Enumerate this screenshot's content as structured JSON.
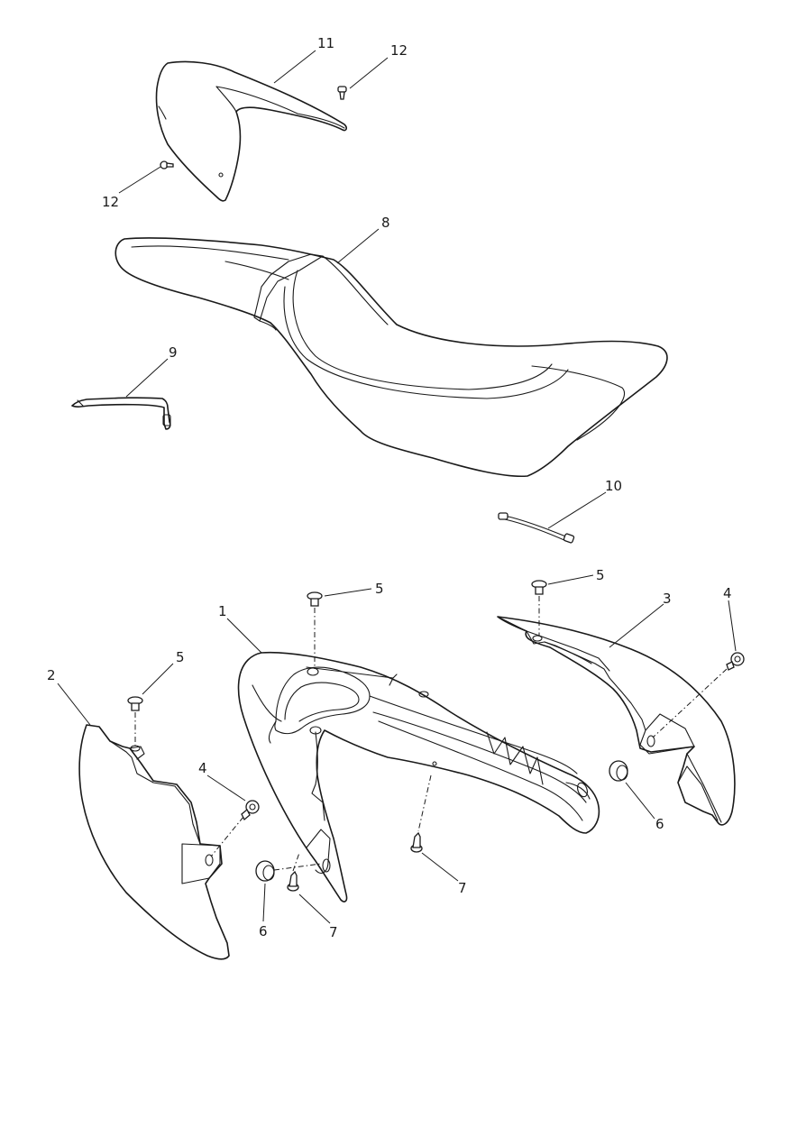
{
  "callouts": [
    {
      "id": "c11",
      "label": "11"
    },
    {
      "id": "c12a",
      "label": "12"
    },
    {
      "id": "c12b",
      "label": "12"
    },
    {
      "id": "c8",
      "label": "8"
    },
    {
      "id": "c9",
      "label": "9"
    },
    {
      "id": "c10",
      "label": "10"
    },
    {
      "id": "c5a",
      "label": "5"
    },
    {
      "id": "c5b",
      "label": "5"
    },
    {
      "id": "c5c",
      "label": "5"
    },
    {
      "id": "c1",
      "label": "1"
    },
    {
      "id": "c3",
      "label": "3"
    },
    {
      "id": "c4a",
      "label": "4"
    },
    {
      "id": "c4b",
      "label": "4"
    },
    {
      "id": "c2",
      "label": "2"
    },
    {
      "id": "c6a",
      "label": "6"
    },
    {
      "id": "c6b",
      "label": "6"
    },
    {
      "id": "c7a",
      "label": "7"
    },
    {
      "id": "c7b",
      "label": "7"
    }
  ]
}
